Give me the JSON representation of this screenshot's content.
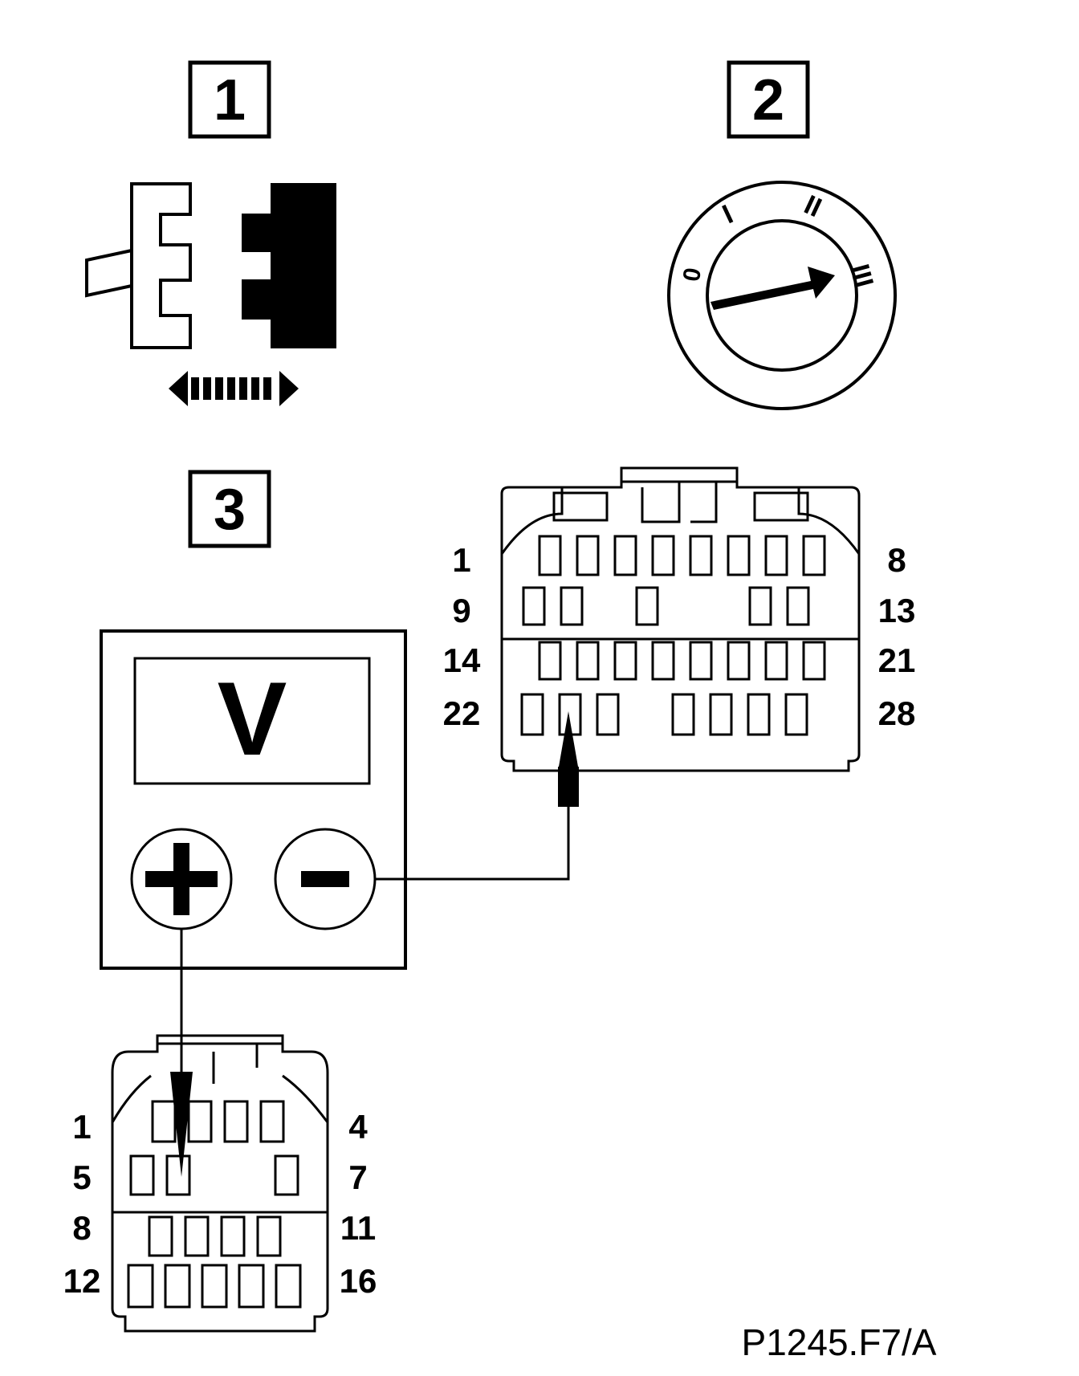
{
  "steps": {
    "one": "1",
    "two": "2",
    "three": "3"
  },
  "ignition": {
    "pos0": "0",
    "pos1": "I",
    "pos2": "II",
    "pos3": "III"
  },
  "meter": {
    "unit": "V",
    "plus": "+",
    "minus": "−"
  },
  "connector_28": {
    "row1_left": "1",
    "row1_right": "8",
    "row2_left": "9",
    "row2_right": "13",
    "row3_left": "14",
    "row3_right": "21",
    "row4_left": "22",
    "row4_right": "28"
  },
  "connector_16": {
    "row1_left": "1",
    "row1_right": "4",
    "row2_left": "5",
    "row2_right": "7",
    "row3_left": "8",
    "row3_right": "11",
    "row4_left": "12",
    "row4_right": "16"
  },
  "figure_ref": "P1245.F7/A"
}
